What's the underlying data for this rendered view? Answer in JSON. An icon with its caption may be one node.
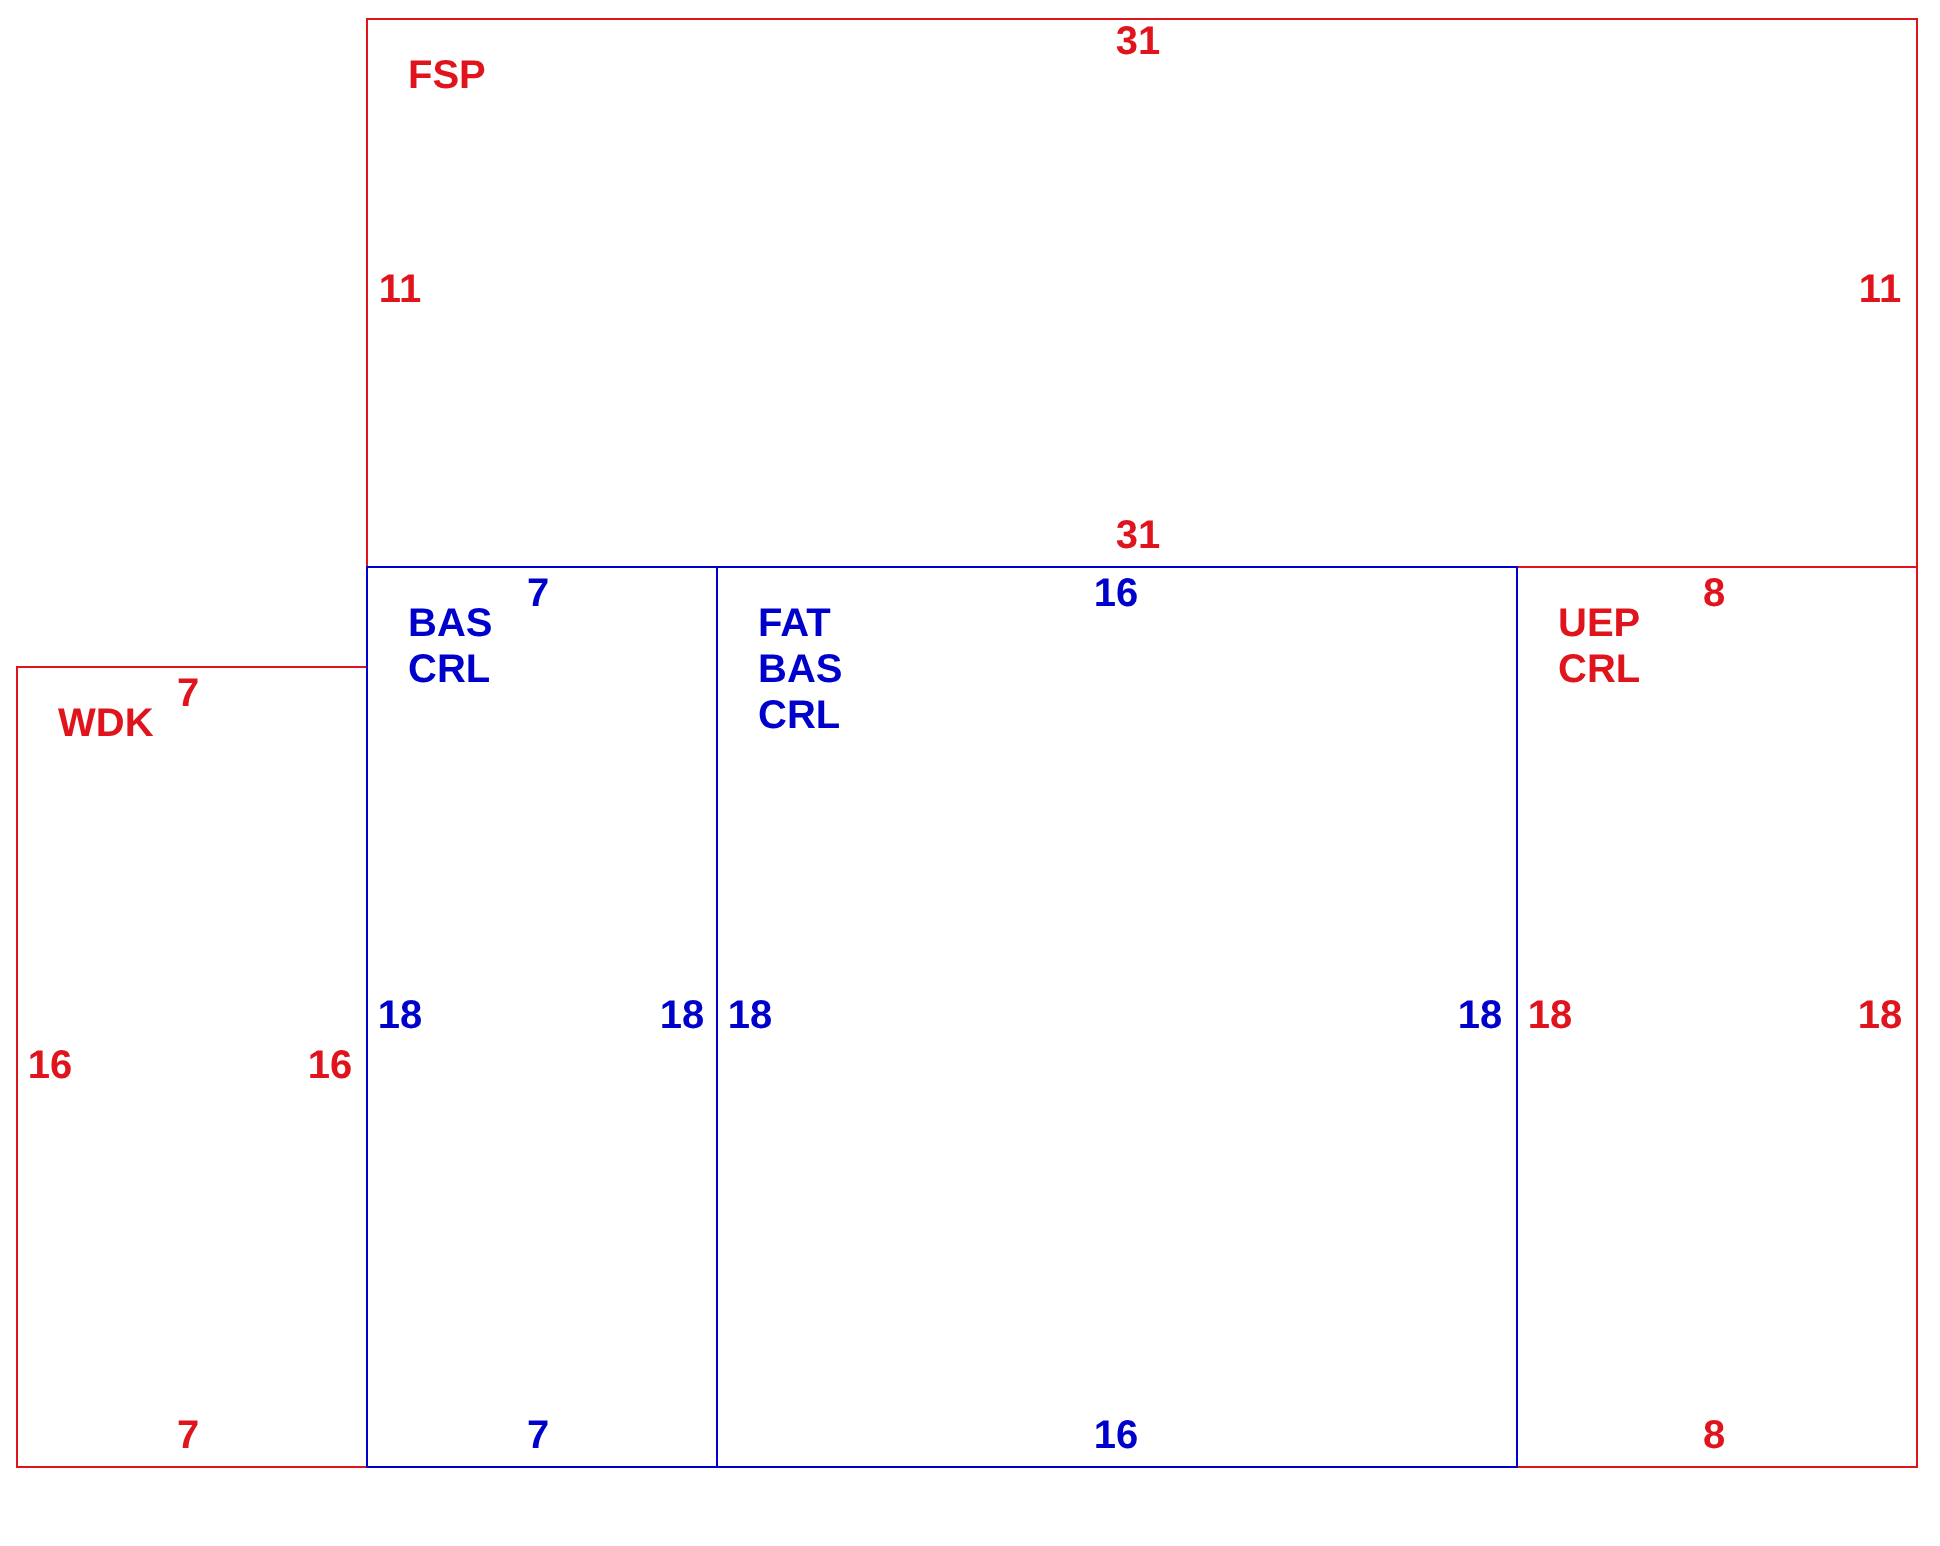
{
  "diagram": {
    "nodes": [
      {
        "text": [
          "FSP"
        ]
      },
      {
        "text": [
          "WDK"
        ]
      },
      {
        "text": [
          "BAS CRL"
        ]
      },
      {
        "text": [
          "FAT BAS CRL"
        ]
      },
      {
        "text": [
          "UEP CRL"
        ]
      }
    ],
    "labels": [
      "31",
      "11",
      "11",
      "31",
      "7",
      "16",
      "8",
      "7",
      "18",
      "18",
      "18",
      "18",
      "18",
      "18",
      "16",
      "16",
      "7",
      "7",
      "16",
      "8"
    ]
  }
}
